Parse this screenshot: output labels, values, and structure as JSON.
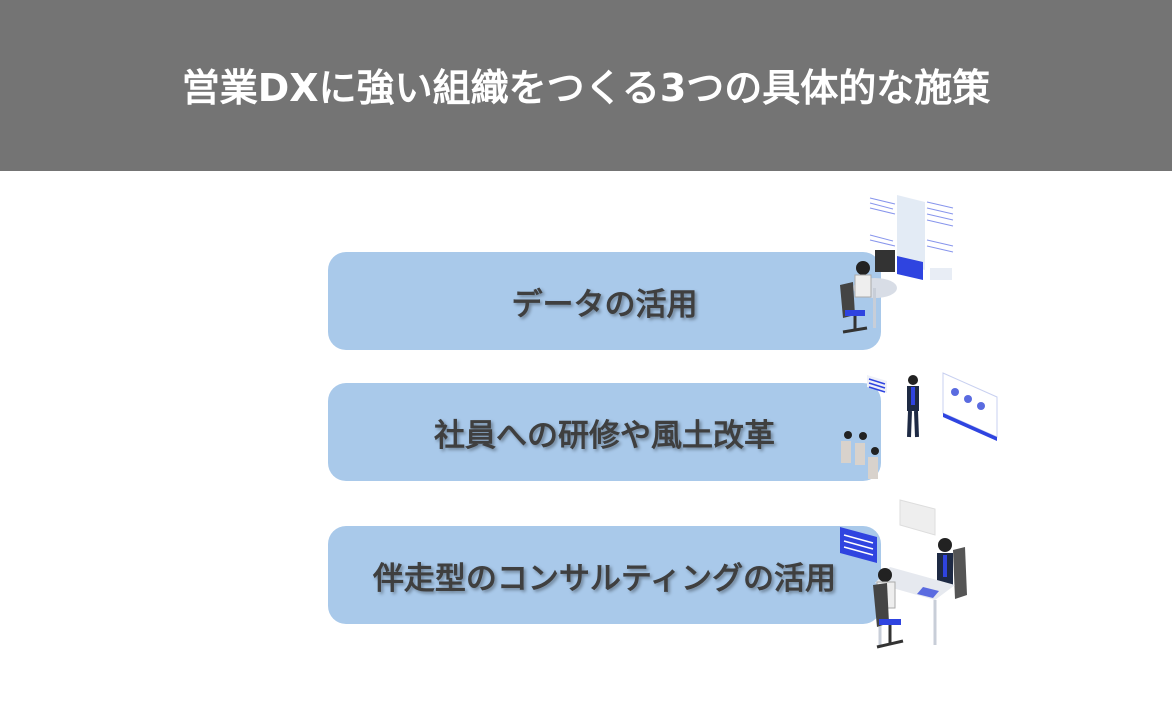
{
  "header": {
    "title": "営業DXに強い組織をつくる3つの具体的な施策"
  },
  "measures": [
    {
      "label": "データの活用",
      "icon": "data-analysis-illustration"
    },
    {
      "label": "社員への研修や風土改革",
      "icon": "training-illustration"
    },
    {
      "label": "伴走型のコンサルティングの活用",
      "icon": "consulting-illustration"
    }
  ],
  "colors": {
    "header_bg": "#747474",
    "box_bg": "#a9c9ea",
    "accent": "#2f44e0"
  }
}
